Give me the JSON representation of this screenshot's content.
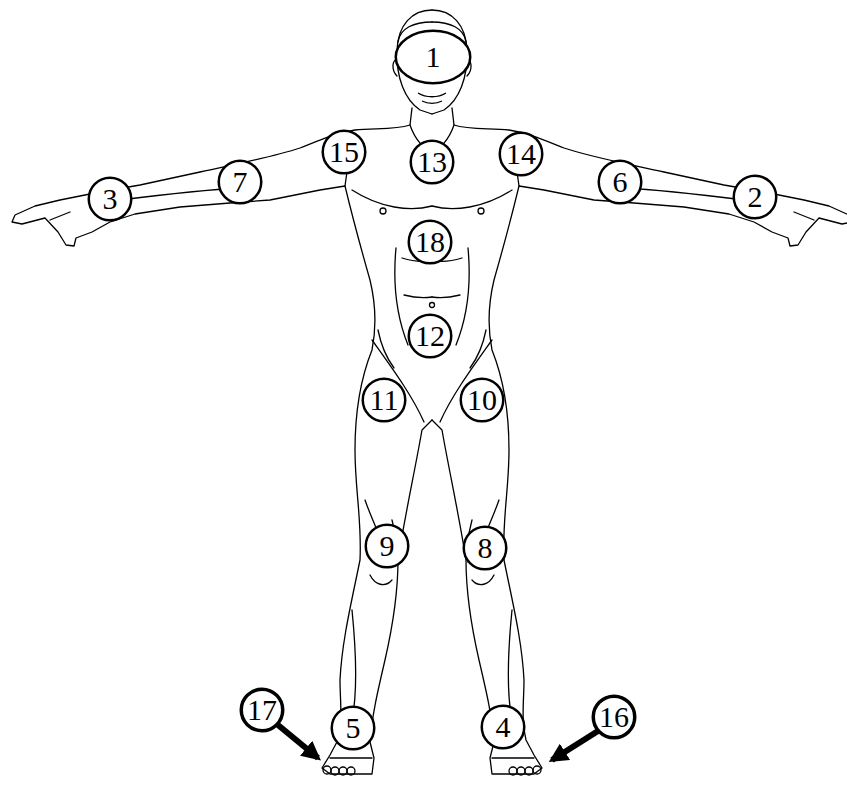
{
  "diagram": {
    "nodes": [
      {
        "text": [
          "1"
        ]
      },
      {
        "text": [
          "15"
        ]
      },
      {
        "text": [
          "13"
        ]
      },
      {
        "text": [
          "14"
        ]
      },
      {
        "text": [
          "3"
        ]
      },
      {
        "text": [
          "7"
        ]
      },
      {
        "text": [
          "6"
        ]
      },
      {
        "text": [
          "2"
        ]
      },
      {
        "text": [
          "18"
        ]
      },
      {
        "text": [
          "12"
        ]
      },
      {
        "text": [
          "11"
        ]
      },
      {
        "text": [
          "10"
        ]
      },
      {
        "text": [
          "9"
        ]
      },
      {
        "text": [
          "8"
        ]
      },
      {
        "text": [
          "17"
        ]
      },
      {
        "text": [
          "16"
        ]
      },
      {
        "text": [
          "5"
        ]
      },
      {
        "text": [
          "4"
        ]
      }
    ]
  }
}
